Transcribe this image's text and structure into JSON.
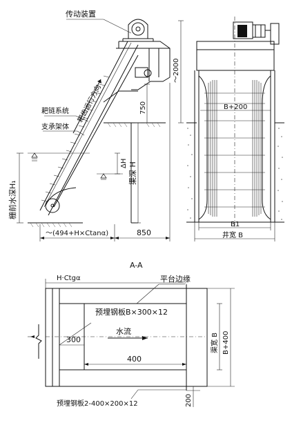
{
  "side_view": {
    "label_drive": "传动装置",
    "label_chain": "耙链系统",
    "label_support": "支承架体",
    "label_direction": "耙齿运行方向",
    "label_water_depth": "栅前水深H₁",
    "label_channel_depth": "渠深 H",
    "label_delta_h": "ΔH",
    "dim_750": "750",
    "dim_bottom_left": "～(494+H×Ctanα)",
    "dim_850": "850"
  },
  "front_view": {
    "dim_height": "～2000",
    "dim_b200": "B+200",
    "dim_b1": "B1",
    "dim_well_width": "井宽 B"
  },
  "section_view": {
    "title": "A-A",
    "dim_hctg": "H·Ctgα",
    "label_platform_edge": "平台边缘",
    "label_plate1": "预埋钢板B×300×12",
    "label_flow": "水流",
    "dim_300": "300",
    "dim_400": "400",
    "dim_channel_width": "渠宽 B",
    "dim_b400": "B+400",
    "dim_200": "200",
    "label_plate2": "预埋钢板2-400×200×12"
  }
}
